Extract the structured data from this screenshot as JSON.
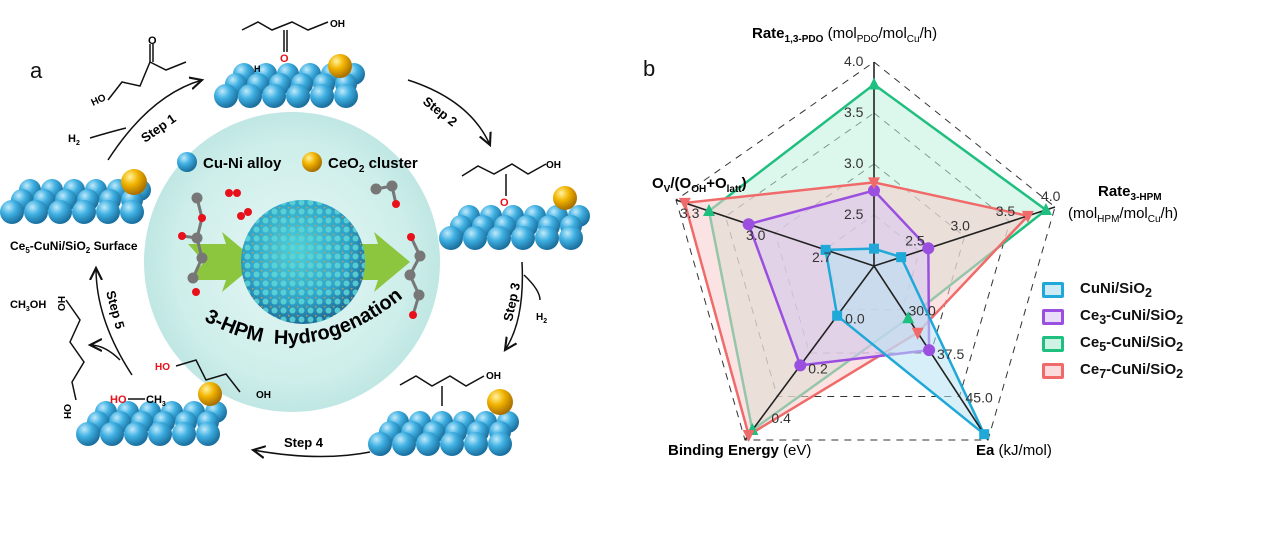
{
  "panels": {
    "a_label": "a",
    "b_label": "b"
  },
  "scheme": {
    "legend": {
      "cuni": "Cu-Ni alloy",
      "ceo2": "CeO",
      "ceo2_sub": "2",
      "ceo2_tail": " cluster"
    },
    "center_title": {
      "part1": "3-HPM",
      "part2": "Hydrogenation"
    },
    "surface_label": {
      "pre": "Ce",
      "sub1": "5",
      "mid": "-CuNi/SiO",
      "sub2": "2",
      "post": " Surface"
    },
    "steps": [
      "Step 1",
      "Step 2",
      "Step 3",
      "Step 4",
      "Step 5"
    ],
    "molecules": {
      "h2_left": "H",
      "h2_left_sub": "2",
      "h2_right": "H",
      "h2_right_sub": "2",
      "oh": "OH",
      "ho": "HO",
      "methanol": "CH",
      "methanol_sub": "3",
      "methanol_tail": "OH",
      "ho_ch3": "HO",
      "ch3": "CH",
      "ch3_sub": "3",
      "h": "H",
      "o": "O"
    },
    "colors": {
      "cu_ni": "#3aa7d8",
      "ceo2": "#f2b400",
      "arrow_green": "#8cc63f",
      "halo": "#bfe8e4",
      "oxygen_red": "#e8101a"
    }
  },
  "chart_data": {
    "type": "radar",
    "axes": [
      {
        "name": "Rate",
        "sub": "1,3-PDO",
        "unit_pre": " (mol",
        "unit_sub1": "PDO",
        "unit_mid": "/mol",
        "unit_sub2": "Cu",
        "unit_post": "/h)",
        "min": 2.0,
        "max": 4.0,
        "ticks": [
          "2.5",
          "3.0",
          "3.5",
          "4.0"
        ],
        "tick_values": [
          2.5,
          3.0,
          3.5,
          4.0
        ]
      },
      {
        "name": "Rate",
        "sub": "3-HPM",
        "unit_pre": "(mol",
        "unit_sub1": "HPM",
        "unit_mid": "/mol",
        "unit_sub2": "Cu",
        "unit_post": "/h)",
        "min": 2.0,
        "max": 4.0,
        "ticks": [
          "2.5",
          "3.0",
          "3.5",
          "4.0"
        ],
        "tick_values": [
          2.5,
          3.0,
          3.5,
          4.0
        ]
      },
      {
        "name": "Ea",
        "unit_post": " (kJ/mol)",
        "min": 22.5,
        "max": 52.5,
        "ticks": [
          "30.0",
          "37.5",
          "45.0"
        ],
        "tick_values": [
          30.0,
          37.5,
          45.0
        ]
      },
      {
        "name": "Binding Energy",
        "unit_post": " (eV)",
        "min": -0.2,
        "max": 0.5,
        "ticks": [
          "0.0",
          "0.2",
          "0.4"
        ],
        "tick_values": [
          0.0,
          0.2,
          0.4
        ]
      },
      {
        "name": "O",
        "sub": "V",
        "unit_pre": "/(O",
        "unit_sub1": "OH",
        "unit_mid": "+O",
        "unit_sub2": "latt",
        "unit_post": ")",
        "min": 2.4,
        "max": 3.3,
        "ticks": [
          "2.7",
          "3.0",
          "3.3"
        ],
        "tick_values": [
          2.7,
          3.0,
          3.3
        ]
      }
    ],
    "series": [
      {
        "name": "CuNi/SiO",
        "name_pre": "CuNi/SiO",
        "name_sub": "2",
        "label_ce": "",
        "color": "#1fa8d8",
        "fill": "#b6e2f2",
        "marker": "square",
        "values": [
          2.17,
          2.3,
          51.5,
          0.0,
          2.62
        ]
      },
      {
        "name": "Ce3-CuNi/SiO2",
        "name_pre": "Ce",
        "name_sub0": "3",
        "name_mid": "-CuNi/SiO",
        "name_sub": "2",
        "color": "#9b4fe0",
        "fill": "#d9c6f2",
        "marker": "circle",
        "values": [
          2.74,
          2.6,
          37.0,
          0.2,
          2.97
        ]
      },
      {
        "name": "Ce5-CuNi/SiO2",
        "name_pre": "Ce",
        "name_sub0": "5",
        "name_mid": "-CuNi/SiO",
        "name_sub": "2",
        "color": "#1fbf7f",
        "fill": "#bff0dc",
        "marker": "triangle",
        "values": [
          3.78,
          3.9,
          31.5,
          0.46,
          3.15
        ]
      },
      {
        "name": "Ce7-CuNi/SiO2",
        "name_pre": "Ce",
        "name_sub0": "7",
        "name_mid": "-CuNi/SiO",
        "name_sub": "2",
        "color": "#f06a6a",
        "fill": "#f8cccc",
        "marker": "triangle-down",
        "values": [
          2.82,
          3.7,
          34.0,
          0.48,
          3.26
        ]
      }
    ],
    "legend_position": "right",
    "grid": "dashed"
  }
}
